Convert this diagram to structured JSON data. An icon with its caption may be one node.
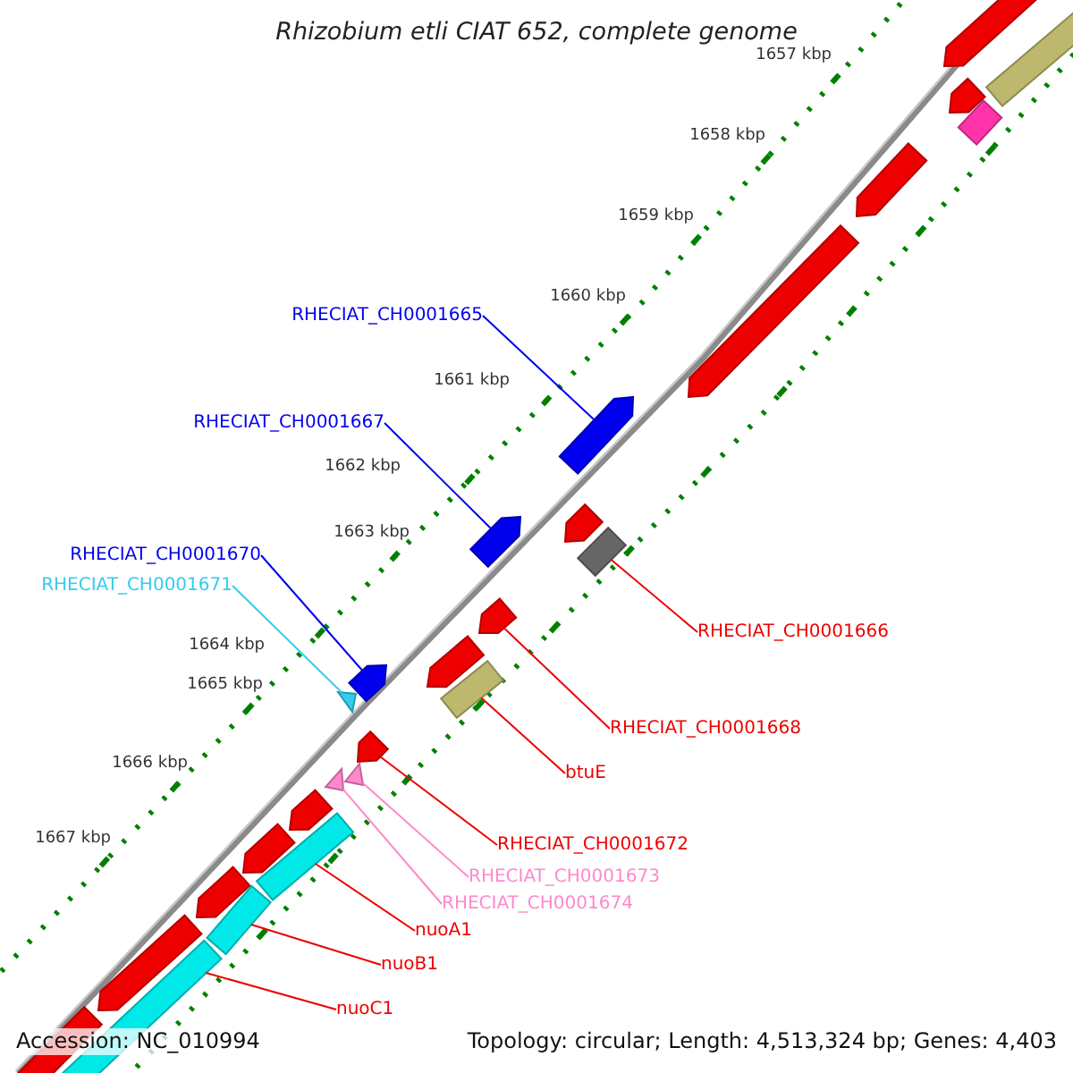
{
  "diagram": {
    "title": "Rhizobium etli CIAT 652, complete genome",
    "nodes": [
      {
        "text": [
          "RHECIAT_CH0001665"
        ]
      },
      {
        "text": [
          "RHECIAT_CH0001667"
        ]
      },
      {
        "text": [
          "RHECIAT_CH0001670"
        ]
      },
      {
        "text": [
          "RHECIAT_CH0001671"
        ]
      },
      {
        "text": [
          "RHECIAT_CH0001666"
        ]
      },
      {
        "text": [
          "RHECIAT_CH0001668"
        ]
      },
      {
        "text": [
          "btuE"
        ]
      },
      {
        "text": [
          "RHECIAT_CH0001672"
        ]
      },
      {
        "text": [
          "RHECIAT_CH0001673"
        ]
      },
      {
        "text": [
          "RHECIAT_CH0001674"
        ]
      },
      {
        "text": [
          "nuoA1"
        ]
      },
      {
        "text": [
          "nuoB1"
        ]
      },
      {
        "text": [
          "nuoC1"
        ]
      },
      {
        "text": [],
        "shape": "arrow"
      },
      {
        "text": [],
        "shape": "arrow"
      },
      {
        "text": [],
        "shape": "arrow"
      },
      {
        "text": [],
        "shape": "triangle"
      },
      {
        "text": [],
        "shape": "bar"
      },
      {
        "text": [],
        "shape": "arrow"
      },
      {
        "text": [],
        "shape": "bar"
      },
      {
        "text": [],
        "shape": "arrow"
      },
      {
        "text": [],
        "shape": "triangle"
      },
      {
        "text": [],
        "shape": "triangle"
      },
      {
        "text": [],
        "shape": "bar"
      },
      {
        "text": [],
        "shape": "bar"
      },
      {
        "text": [],
        "shape": "bar"
      }
    ],
    "edges": [
      {
        "from": 0,
        "to": 13,
        "arrow": "none",
        "color": "#0000ee"
      },
      {
        "from": 1,
        "to": 14,
        "arrow": "none",
        "color": "#0000ee"
      },
      {
        "from": 2,
        "to": 15,
        "arrow": "none",
        "color": "#0000ee"
      },
      {
        "from": 3,
        "to": 16,
        "arrow": "none",
        "color": "#33ccee"
      },
      {
        "from": 4,
        "to": 17,
        "arrow": "none"
      },
      {
        "from": 5,
        "to": 18,
        "arrow": "none"
      },
      {
        "from": 6,
        "to": 19,
        "arrow": "none"
      },
      {
        "from": 7,
        "to": 20,
        "arrow": "none"
      },
      {
        "from": 8,
        "to": 21,
        "arrow": "none",
        "color": "#ff88cc"
      },
      {
        "from": 9,
        "to": 22,
        "arrow": "none",
        "color": "#ff88cc"
      },
      {
        "from": 10,
        "to": 23,
        "arrow": "none"
      },
      {
        "from": 11,
        "to": 24,
        "arrow": "none"
      },
      {
        "from": 12,
        "to": 25,
        "arrow": "none"
      }
    ],
    "labels": [
      "1657 kbp",
      "1658 kbp",
      "1659 kbp",
      "1660 kbp",
      "1661 kbp",
      "1662 kbp",
      "1663 kbp",
      "1664 kbp",
      "1665 kbp",
      "1666 kbp",
      "1667 kbp",
      "Accession: NC_010994",
      "Topology: circular; Length: 4,513,324 bp; Genes: 4,403"
    ]
  }
}
